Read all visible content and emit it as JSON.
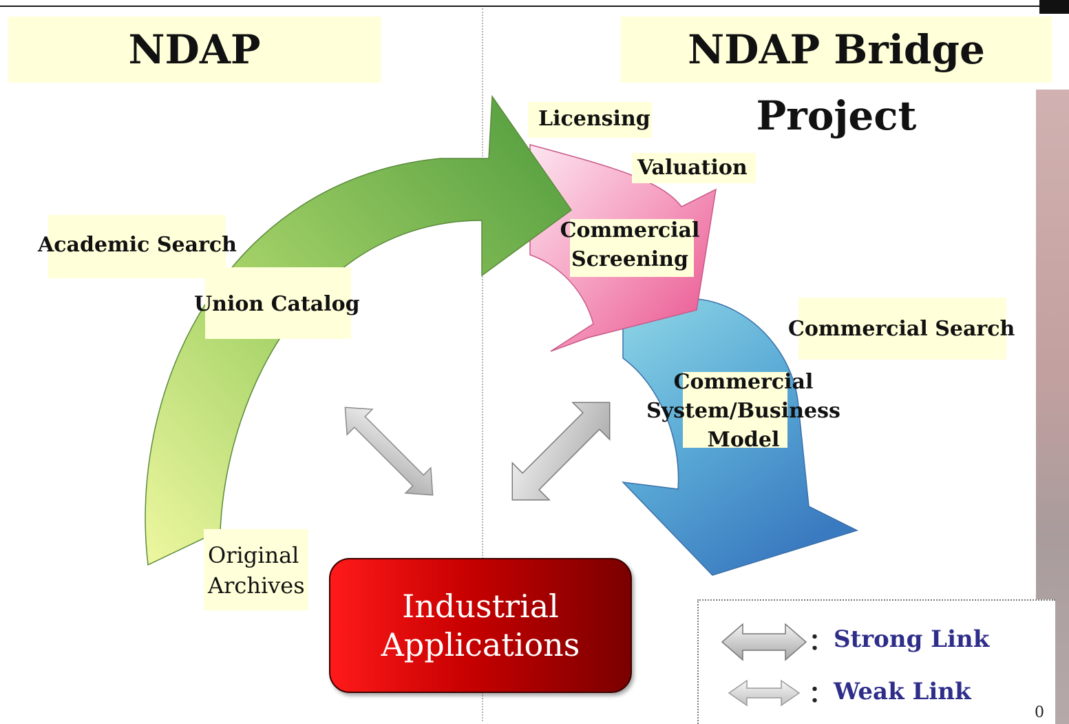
{
  "titles": {
    "left": "NDAP",
    "right": "NDAP Bridge Project"
  },
  "labels": {
    "licensing": "Licensing",
    "valuation": "Valuation",
    "academic_search": "Academic Search",
    "union_catalog": "Union Catalog",
    "commercial_screening_1": "Commercial",
    "commercial_screening_2": "Screening",
    "commercial_search": "Commercial Search",
    "commercial_system_1": "Commercial",
    "commercial_system_2": "System/Business",
    "commercial_system_3": "Model",
    "original_archives_1": "Original",
    "original_archives_2": "Archives"
  },
  "center_box": {
    "line1": "Industrial",
    "line2": "Applications"
  },
  "legend": {
    "colon": "：",
    "strong": "Strong Link",
    "weak": "Weak Link"
  },
  "page_number": "0",
  "colors": {
    "green_arrow": "#7cb84a",
    "pink_arrow": "#f07aa8",
    "blue_arrow": "#4a8cc8",
    "industrial_box": "#c80000",
    "legend_text": "#2e2e8a"
  }
}
